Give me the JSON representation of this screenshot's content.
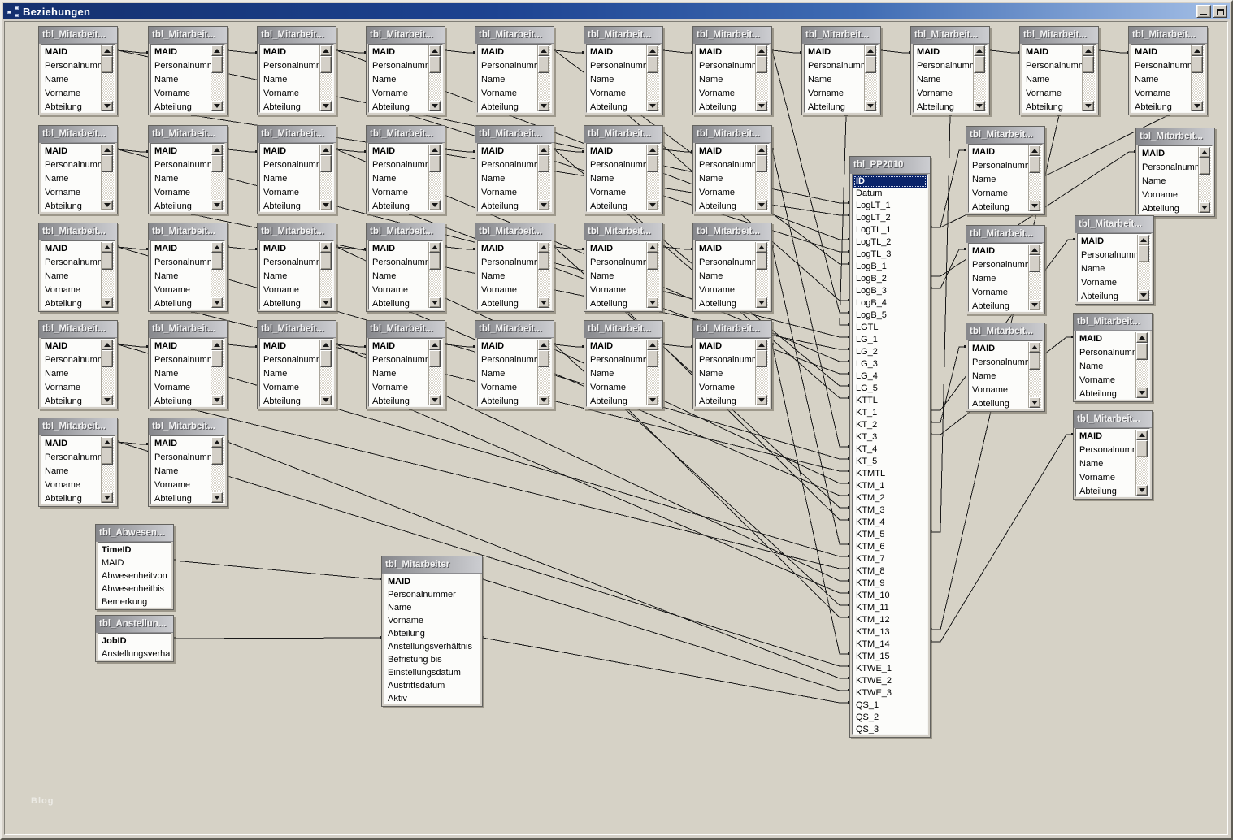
{
  "window": {
    "title": "Beziehungen"
  },
  "icons": {
    "titlebar": "relationships-icon",
    "minimize": "minimize-icon",
    "maximize": "maximize-icon",
    "scroll_up": "scroll-up-arrow-icon",
    "scroll_down": "scroll-down-arrow-icon"
  },
  "watermark": "Blog",
  "small_table": {
    "title": "tbl_Mitarbeit...",
    "pk": "MAID",
    "fields": [
      "MAID",
      "Personalnumm",
      "Name",
      "Vorname",
      "Abteilung"
    ]
  },
  "mitarbeiter": {
    "title": "tbl_Mitarbeiter",
    "pk": "MAID",
    "fields": [
      "MAID",
      "Personalnummer",
      "Name",
      "Vorname",
      "Abteilung",
      "Anstellungsverhältnis",
      "Befristung bis",
      "Einstellungsdatum",
      "Austrittsdatum",
      "Aktiv"
    ]
  },
  "abwesenheit": {
    "title": "tbl_Abwesen...",
    "pk": "TimeID",
    "fields": [
      "TimeID",
      "MAID",
      "Abwesenheitvon",
      "Abwesenheitbis",
      "Bemerkung"
    ]
  },
  "anstellung": {
    "title": "tbl_Anstellun...",
    "pk": "JobID",
    "fields": [
      "JobID",
      "Anstellungsverha"
    ]
  },
  "pp2010": {
    "title": "tbl_PP2010",
    "pk": "ID",
    "selected": "ID",
    "fields": [
      "ID",
      "Datum",
      "LogLT_1",
      "LogLT_2",
      "LogTL_1",
      "LogTL_2",
      "LogTL_3",
      "LogB_1",
      "LogB_2",
      "LogB_3",
      "LogB_4",
      "LogB_5",
      "LGTL",
      "LG_1",
      "LG_2",
      "LG_3",
      "LG_4",
      "LG_5",
      "KTTL",
      "KT_1",
      "KT_2",
      "KT_3",
      "KT_4",
      "KT_5",
      "KTMTL",
      "KTM_1",
      "KTM_2",
      "KTM_3",
      "KTM_4",
      "KTM_5",
      "KTM_6",
      "KTM_7",
      "KTM_8",
      "KTM_9",
      "KTM_10",
      "KTM_11",
      "KTM_12",
      "KTM_13",
      "KTM_14",
      "KTM_15",
      "KTWE_1",
      "KTWE_2",
      "KTWE_3",
      "QS_1",
      "QS_2",
      "QS_3"
    ]
  },
  "colors": {
    "titlebar_start": "#14306e",
    "titlebar_end": "#a4bfe6",
    "canvas_bg": "#d6d2c6",
    "table_face": "#d4d0c8",
    "header_grad_start": "#86878b",
    "header_grad_end": "#cccdd1",
    "selected_bg": "#0a246a",
    "selected_fg": "#ffffff",
    "line": "#1a1a1a"
  }
}
